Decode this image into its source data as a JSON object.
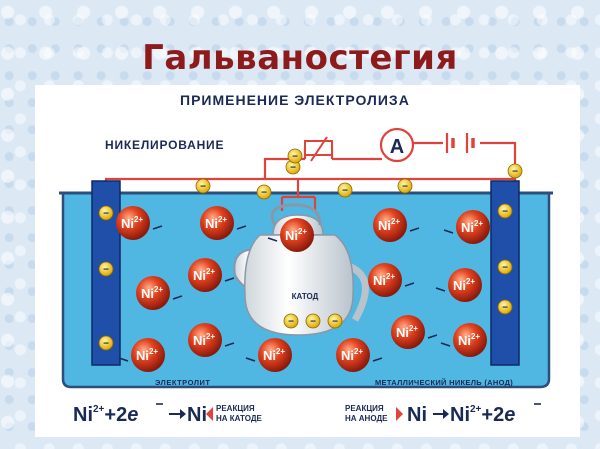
{
  "page": {
    "title": "Гальваностегия"
  },
  "poster": {
    "heading": "ПРИМЕНЕНИЕ ЭЛЕКТРОЛИЗА",
    "subheading": "НИКЕЛИРОВАНИЕ",
    "ammeter_symbol": "A",
    "cathode_label": "КАТОД",
    "electrolyte_label": "ЭЛЕКТРОЛИТ",
    "anode_label": "МЕТАЛЛИЧЕСКИЙ НИКЕЛЬ (АНОД)",
    "ion": {
      "base": "Ni",
      "charge": "2+"
    },
    "electron_sign": "−",
    "cathode_equation": {
      "ion": "Ni",
      "charge": "2+",
      "plus": "+",
      "coeff": "2",
      "electron": "e",
      "product": "Ni",
      "reaction_line1": "РЕАКЦИЯ",
      "reaction_line2": "НА КАТОДЕ"
    },
    "anode_equation": {
      "reaction_line1": "РЕАКЦИЯ",
      "reaction_line2": "НА АНОДЕ",
      "reactant": "Ni",
      "ion": "Ni",
      "charge": "2+",
      "plus": "+",
      "coeff": "2",
      "electron": "e"
    }
  },
  "colors": {
    "title": "#8e1b1b",
    "electrolyte": "#4fb7e2",
    "electrode": "#1f4fa8",
    "wire": "#e0433c",
    "ion": "#e3421f",
    "electron": "#f2c200",
    "text": "#1a2a55"
  },
  "icons": {
    "ammeter": "ammeter-icon",
    "battery": "battery-icon",
    "resistor": "resistor-icon",
    "ion": "nickel-ion-icon",
    "electron": "electron-icon"
  }
}
